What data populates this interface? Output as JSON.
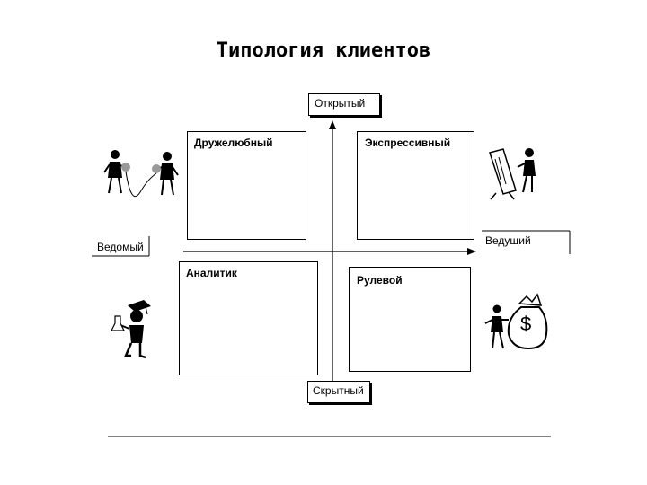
{
  "title": "Типология клиентов",
  "axes": {
    "top": "Открытый",
    "bottom": "Скрытный",
    "left": "Ведомый",
    "right": "Ведущий"
  },
  "quadrants": {
    "top_left": "Дружелюбный",
    "top_right": "Экспрессивный",
    "bottom_left": "Аналитик",
    "bottom_right": "Рулевой"
  },
  "dollar_sign": "$",
  "icons": {
    "top_left": "two-people-shaking-hands-icon",
    "top_right": "person-at-mirror-icon",
    "bottom_left": "graduate-with-flask-icon",
    "bottom_right": "person-with-money-bag-icon"
  }
}
